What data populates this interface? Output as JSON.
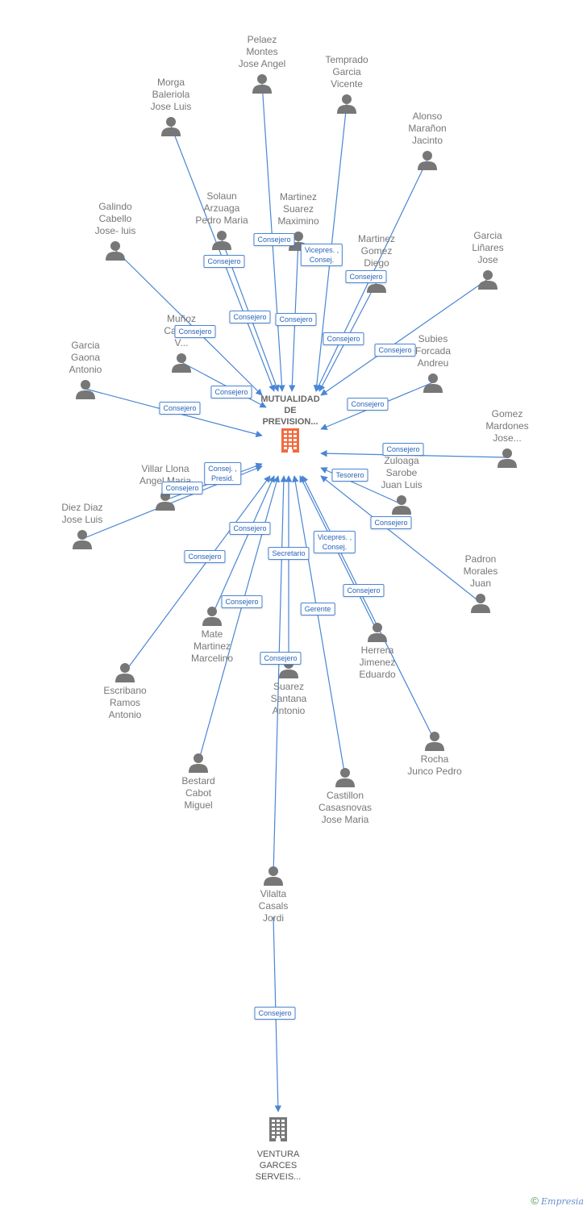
{
  "main_company": {
    "name": "MUTUALIDAD\nDE\nPREVISION...",
    "icon": "building-icon",
    "color": "#f26a3d"
  },
  "second_company": {
    "name": "VENTURA\nGARCES\nSERVEIS...",
    "icon": "building-icon",
    "color": "#777777"
  },
  "link_color": "#4a86d4",
  "persons": [
    {
      "id": "pelaez",
      "name": "Pelaez\nMontes\nJose Angel",
      "role": "Consejero",
      "target": "main"
    },
    {
      "id": "temprado",
      "name": "Temprado\nGarcia\nVicente",
      "role": "Vicepres. ,\nConsej.",
      "target": "main"
    },
    {
      "id": "morga",
      "name": "Morga\nBaleriola\nJose Luis",
      "role": "Consejero",
      "target": "main"
    },
    {
      "id": "alonso",
      "name": "Alonso\nMarañon\nJacinto",
      "role": "Consejero",
      "target": "main"
    },
    {
      "id": "solaun",
      "name": "Solaun\nArzuaga\nPedro Maria",
      "role": "Consejero",
      "target": "main"
    },
    {
      "id": "martinez-suarez",
      "name": "Martinez\nSuarez\nMaximino",
      "role": "Consejero",
      "target": "main"
    },
    {
      "id": "galindo",
      "name": "Galindo\nCabello\nJose- luis",
      "role": "Consejero",
      "target": "main"
    },
    {
      "id": "martinez-gomez",
      "name": "Martinez\nGomez\nDiego",
      "role": "Consejero",
      "target": "main"
    },
    {
      "id": "garcia-linares",
      "name": "Garcia\nLiñares\nJose",
      "role": "Consejero",
      "target": "main"
    },
    {
      "id": "munoz",
      "name": "Muñoz\nCastello\nV...",
      "role": "Consejero",
      "target": "main"
    },
    {
      "id": "subies",
      "name": "Subies\nForcada\nAndreu",
      "role": "Consejero",
      "target": "main"
    },
    {
      "id": "garcia-gaona",
      "name": "Garcia\nGaona\nAntonio",
      "role": "Consejero",
      "target": "main"
    },
    {
      "id": "gomez-mardones",
      "name": "Gomez\nMardones\nJose...",
      "role": "Consejero",
      "target": "main"
    },
    {
      "id": "villar",
      "name": "Villar Llona\nAngel Maria",
      "role": "Consej. ,\nPresid.",
      "target": "main"
    },
    {
      "id": "zuloaga",
      "name": "Zuloaga\nSarobe\nJuan Luis",
      "role": "Tesorero",
      "target": "main"
    },
    {
      "id": "diez",
      "name": "Diez Diaz\nJose Luis",
      "role": "Consejero",
      "target": "main"
    },
    {
      "id": "padron",
      "name": "Padron\nMorales\nJuan",
      "role": "Consejero",
      "target": "main"
    },
    {
      "id": "mate",
      "name": "Mate\nMartinez\nMarcelino",
      "role": "Consejero",
      "target": "main"
    },
    {
      "id": "escribano",
      "name": "Escribano\nRamos\nAntonio",
      "role": "Consejero",
      "target": "main"
    },
    {
      "id": "herrera",
      "name": "Herrera\nJimenez\nEduardo",
      "role": "Vicepres. ,\nConsej.",
      "target": "main"
    },
    {
      "id": "suarez",
      "name": "Suarez\nSantana\nAntonio",
      "role": "Secretario",
      "target": "main"
    },
    {
      "id": "rocha",
      "name": "Rocha\nJunco Pedro",
      "role": "Consejero",
      "target": "main"
    },
    {
      "id": "bestard",
      "name": "Bestard\nCabot\nMiguel",
      "role": "Consejero",
      "target": "main"
    },
    {
      "id": "castillon",
      "name": "Castillon\nCasasnovas\nJose Maria",
      "role": "Gerente",
      "target": "main"
    },
    {
      "id": "vilalta",
      "name": "Vilalta\nCasals\nJordi",
      "role": "Consejero",
      "target": "main"
    },
    {
      "id": "vilalta-2",
      "name": "",
      "role": "Consejero",
      "target": "second"
    }
  ],
  "footer": {
    "copyright": "©",
    "brand": "Empresia"
  }
}
